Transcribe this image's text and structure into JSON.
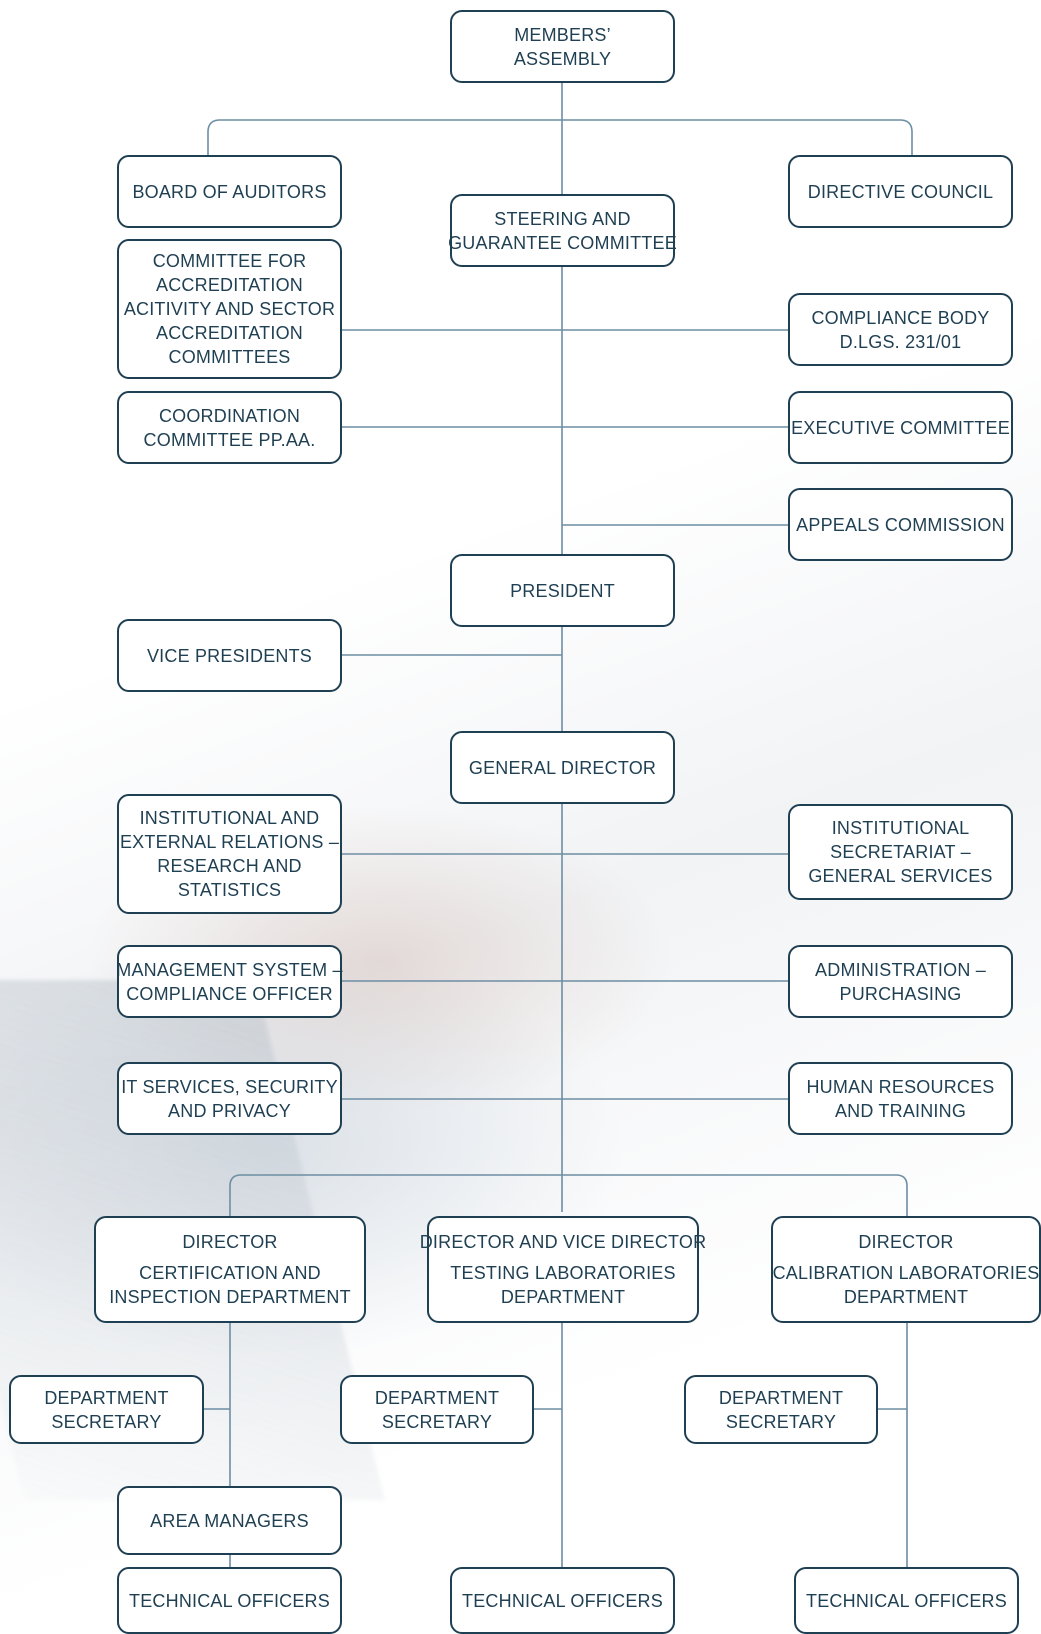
{
  "colors": {
    "border": "#1f3f52",
    "text": "#1f3f52",
    "connector": "#6d8ea3",
    "box_fill": "#ffffff"
  },
  "nodes": {
    "members_assembly": [
      "MEMBERS’",
      "ASSEMBLY"
    ],
    "board_of_auditors": [
      "BOARD OF AUDITORS"
    ],
    "steering_committee": [
      "STEERING AND",
      "GUARANTEE COMMITTEE"
    ],
    "directive_council": [
      "DIRECTIVE COUNCIL"
    ],
    "accreditation_committee": [
      "COMMITTEE FOR",
      "ACCREDITATION",
      "ACITIVITY AND SECTOR",
      "ACCREDITATION",
      "COMMITTEES"
    ],
    "compliance_body": [
      "COMPLIANCE BODY",
      "D.LGS. 231/01"
    ],
    "coordination_committee": [
      "COORDINATION",
      "COMMITTEE PP.AA."
    ],
    "executive_committee": [
      "EXECUTIVE COMMITTEE"
    ],
    "appeals_commission": [
      "APPEALS COMMISSION"
    ],
    "president": [
      "PRESIDENT"
    ],
    "vice_presidents": [
      "VICE PRESIDENTS"
    ],
    "general_director": [
      "GENERAL DIRECTOR"
    ],
    "institutional_relations": [
      "INSTITUTIONAL AND",
      "EXTERNAL RELATIONS –",
      "RESEARCH AND",
      "STATISTICS"
    ],
    "institutional_secretariat": [
      "INSTITUTIONAL",
      "SECRETARIAT –",
      "GENERAL SERVICES"
    ],
    "management_system": [
      "MANAGEMENT SYSTEM –",
      "COMPLIANCE OFFICER"
    ],
    "administration": [
      "ADMINISTRATION –",
      "PURCHASING"
    ],
    "it_services": [
      "IT SERVICES, SECURITY",
      "AND PRIVACY"
    ],
    "human_resources": [
      "HUMAN RESOURCES",
      "AND TRAINING"
    ],
    "cert_director": {
      "role": "DIRECTOR",
      "dept": [
        "CERTIFICATION AND",
        "INSPECTION DEPARTMENT"
      ]
    },
    "testing_director": {
      "role": "DIRECTOR AND VICE DIRECTOR",
      "dept": [
        "TESTING LABORATORIES",
        "DEPARTMENT"
      ]
    },
    "calibration_director": {
      "role": "DIRECTOR",
      "dept": [
        "CALIBRATION LABORATORIES",
        "DEPARTMENT"
      ]
    },
    "dept_secretary_cert": [
      "DEPARTMENT",
      "SECRETARY"
    ],
    "dept_secretary_testing": [
      "DEPARTMENT",
      "SECRETARY"
    ],
    "dept_secretary_calibration": [
      "DEPARTMENT",
      "SECRETARY"
    ],
    "area_managers": [
      "AREA MANAGERS"
    ],
    "tech_officers_cert": [
      "TECHNICAL OFFICERS"
    ],
    "tech_officers_testing": [
      "TECHNICAL OFFICERS"
    ],
    "tech_officers_calibration": [
      "TECHNICAL OFFICERS"
    ]
  }
}
